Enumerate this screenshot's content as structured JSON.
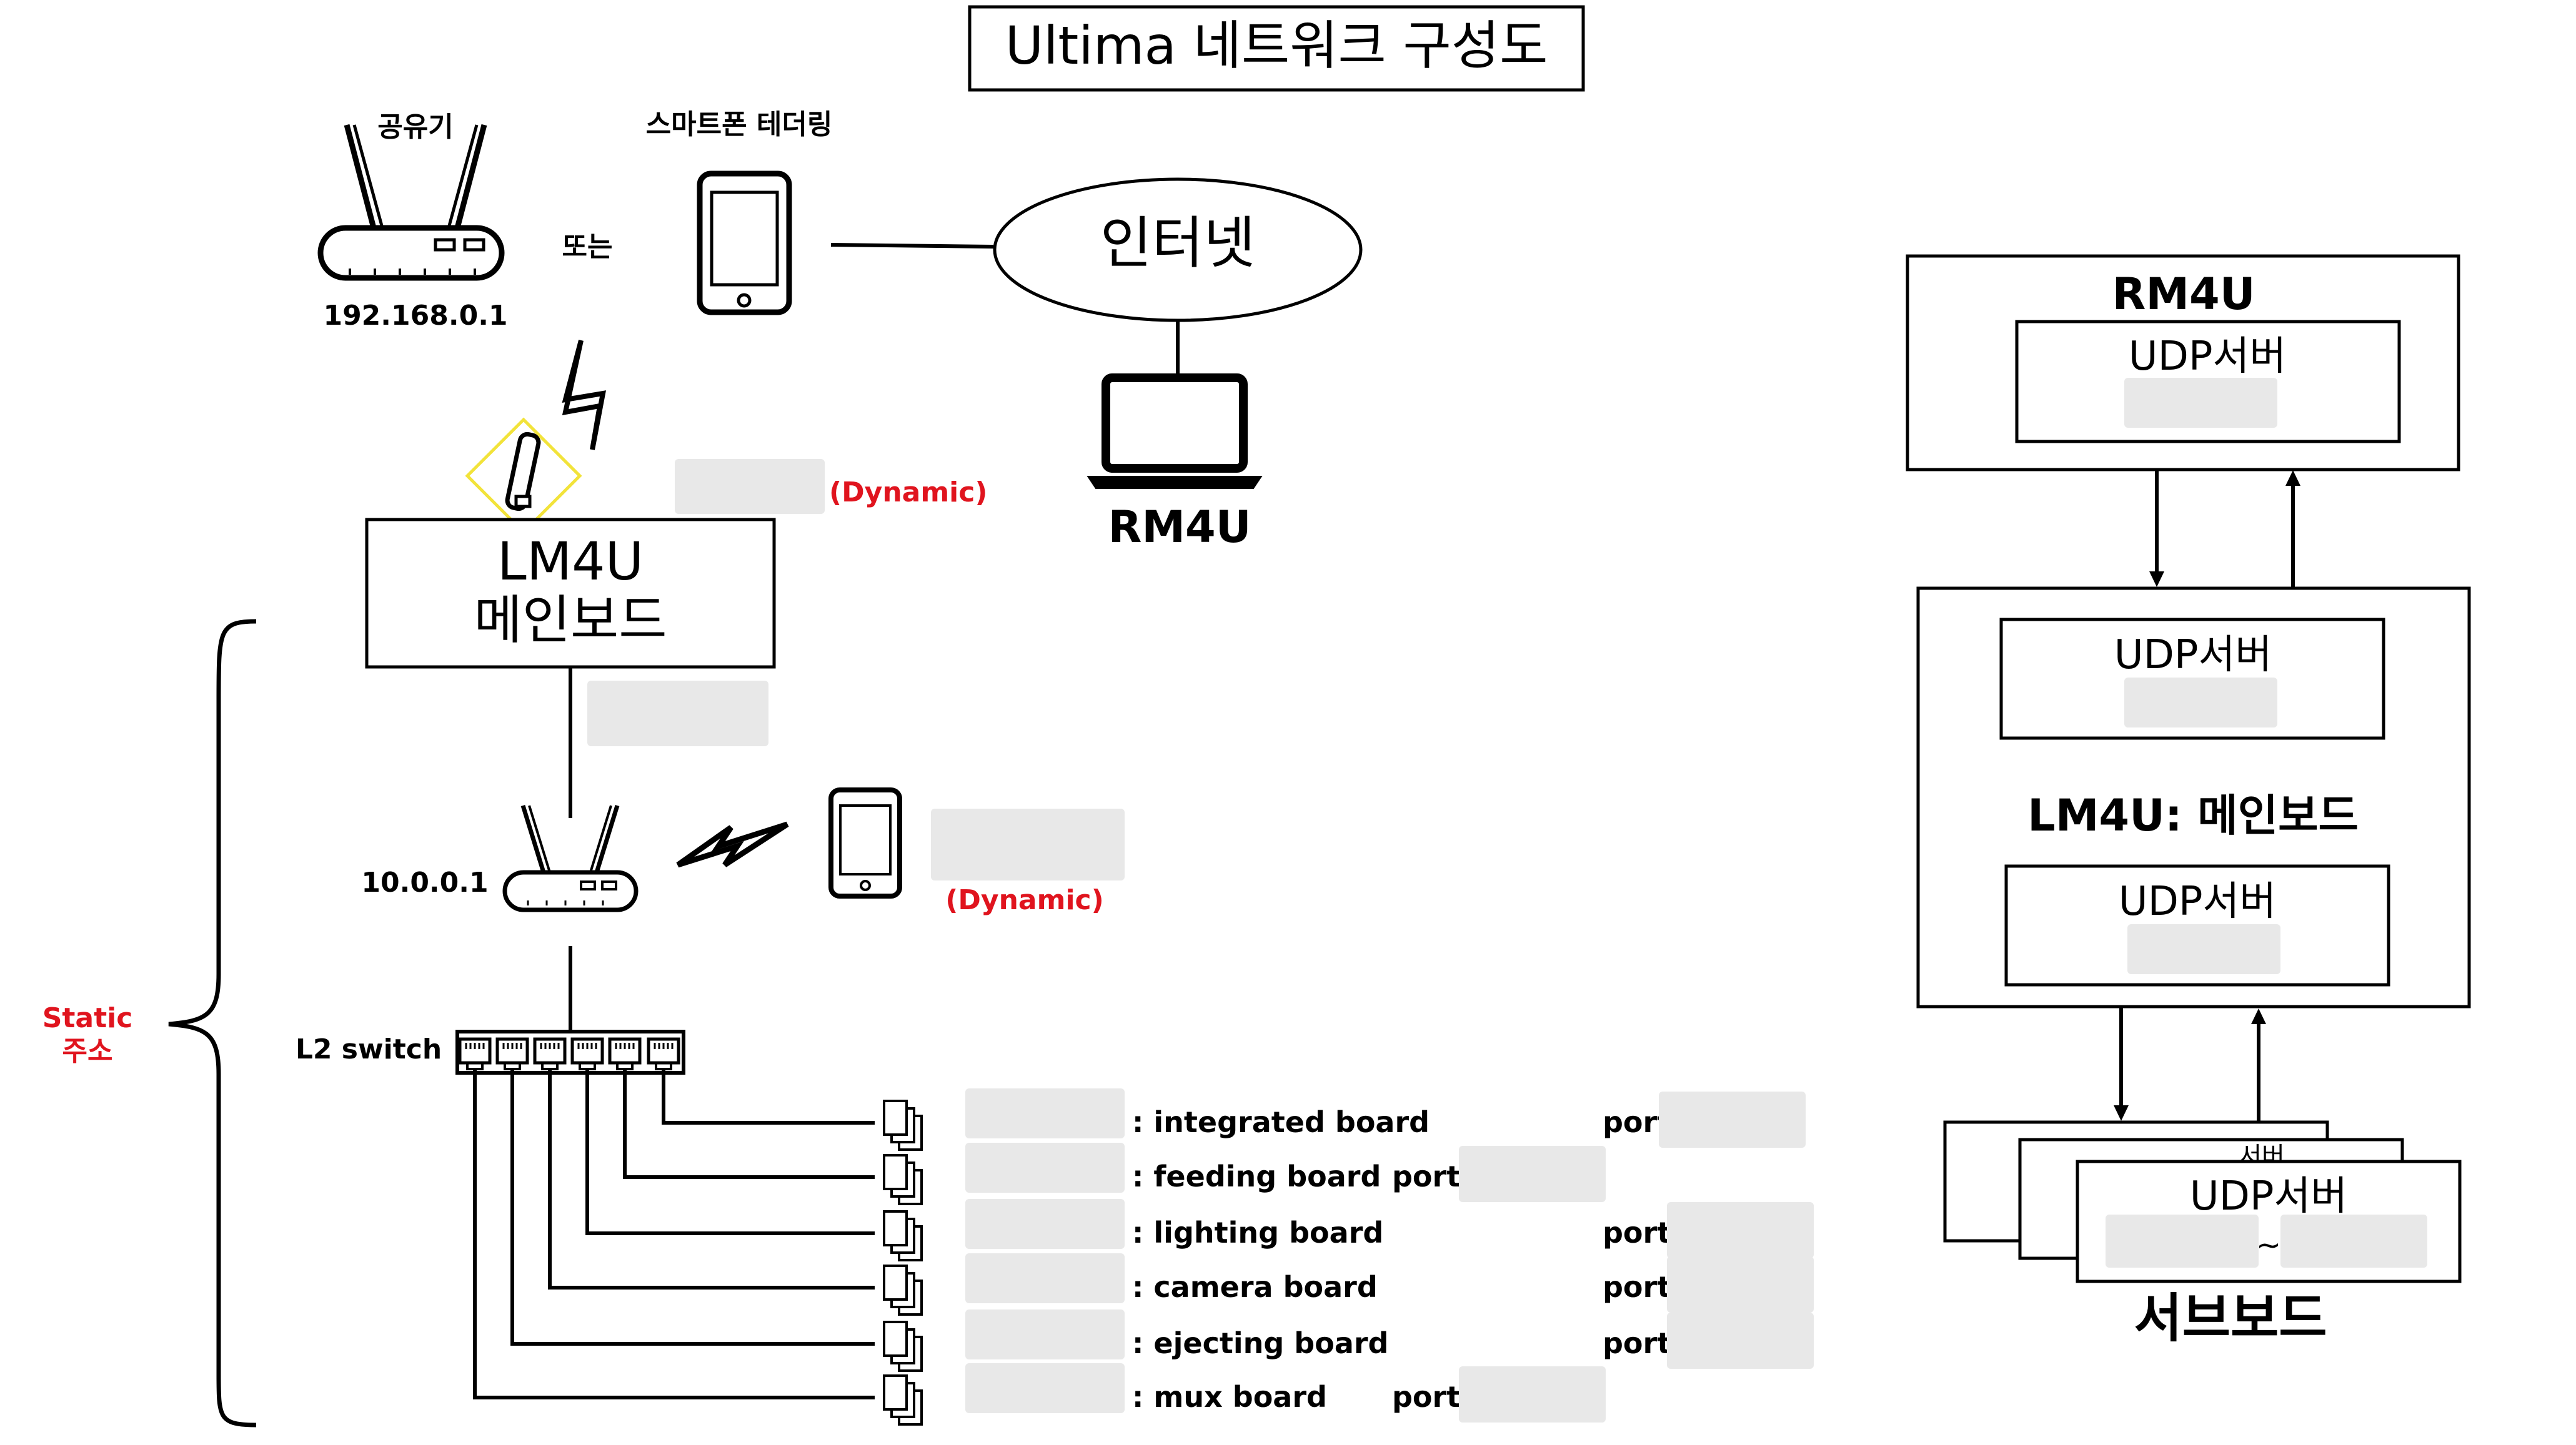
{
  "title": "Ultima 네트워크 구성도",
  "router_top": {
    "label": "공유기",
    "ip": "192.168.0.1"
  },
  "or_text": "또는",
  "phone_top_label": "스마트폰 테더링",
  "internet_label": "인터넷",
  "laptop_label": "RM4U",
  "dynamic_label": "(Dynamic)",
  "mainboard": {
    "line1": "LM4U",
    "line2": "메인보드"
  },
  "router_bottom_ip": "10.0.0.1",
  "static_label": {
    "line1": "Static",
    "line2": "주소"
  },
  "switch_label": "L2 switch",
  "boards": [
    {
      "name": ": integrated board",
      "port": "port"
    },
    {
      "name": ": feeding board",
      "port": "port:"
    },
    {
      "name": ": lighting board",
      "port": "port:"
    },
    {
      "name": ": camera board",
      "port": "port:"
    },
    {
      "name": ": ejecting board",
      "port": "port:"
    },
    {
      "name": ": mux board",
      "port": "port:"
    }
  ],
  "right_panel": {
    "rm4u_title": "RM4U",
    "udp_server": "UDP서버",
    "lm4u_title": "LM4U: 메인보드",
    "tilde": "~",
    "subboard_title": "서브보드",
    "sub_back_text": "서버"
  },
  "colors": {
    "accent_red": "#e0141e",
    "dongle_outline": "#f2e33a",
    "redaction": "#e8e8e8"
  }
}
